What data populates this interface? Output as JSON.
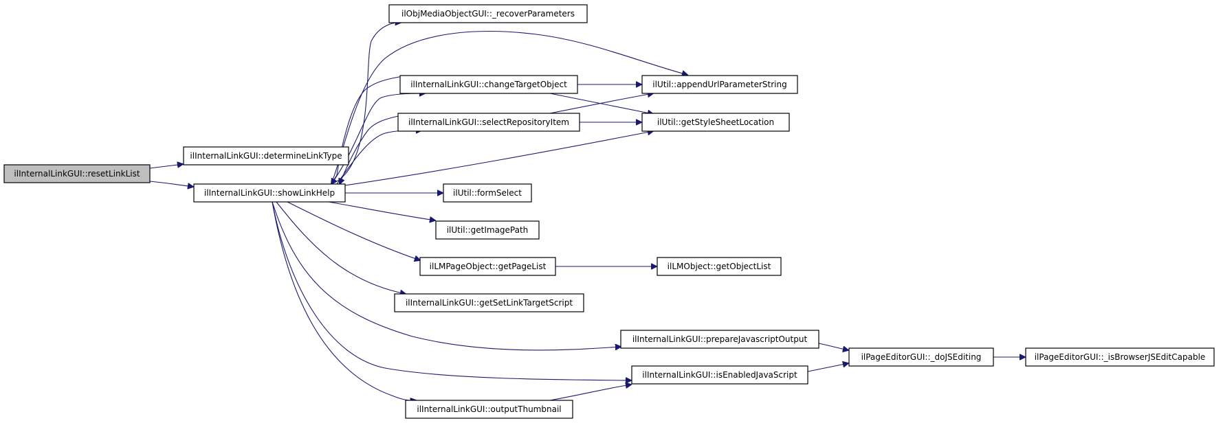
{
  "diagram": {
    "type": "call-graph",
    "colors": {
      "edge": "#191970",
      "root_fill": "#bfbfbf",
      "node_fill": "#ffffff",
      "node_border": "#000000"
    },
    "nodes": [
      {
        "id": "resetLinkList",
        "label": "ilInternalLinkGUI::resetLinkList",
        "root": true
      },
      {
        "id": "determineLinkType",
        "label": "ilInternalLinkGUI::determineLinkType"
      },
      {
        "id": "showLinkHelp",
        "label": "ilInternalLinkGUI::showLinkHelp"
      },
      {
        "id": "recoverParameters",
        "label": "ilObjMediaObjectGUI::_recoverParameters"
      },
      {
        "id": "changeTargetObject",
        "label": "ilInternalLinkGUI::changeTargetObject"
      },
      {
        "id": "selectRepositoryItem",
        "label": "ilInternalLinkGUI::selectRepositoryItem"
      },
      {
        "id": "appendUrlParameterString",
        "label": "ilUtil::appendUrlParameterString"
      },
      {
        "id": "getStyleSheetLocation",
        "label": "ilUtil::getStyleSheetLocation"
      },
      {
        "id": "formSelect",
        "label": "ilUtil::formSelect"
      },
      {
        "id": "getImagePath",
        "label": "ilUtil::getImagePath"
      },
      {
        "id": "getPageList",
        "label": "ilLMPageObject::getPageList"
      },
      {
        "id": "getObjectList",
        "label": "ilLMObject::getObjectList"
      },
      {
        "id": "getSetLinkTargetScript",
        "label": "ilInternalLinkGUI::getSetLinkTargetScript"
      },
      {
        "id": "prepareJavascriptOutput",
        "label": "ilInternalLinkGUI::prepareJavascriptOutput"
      },
      {
        "id": "isEnabledJavaScript",
        "label": "ilInternalLinkGUI::isEnabledJavaScript"
      },
      {
        "id": "outputThumbnail",
        "label": "ilInternalLinkGUI::outputThumbnail"
      },
      {
        "id": "doJSEditing",
        "label": "ilPageEditorGUI::_doJSEditing"
      },
      {
        "id": "isBrowserJSEditCapable",
        "label": "ilPageEditorGUI::_isBrowserJSEditCapable"
      }
    ],
    "edges": [
      {
        "from": "resetLinkList",
        "to": "determineLinkType"
      },
      {
        "from": "resetLinkList",
        "to": "showLinkHelp"
      },
      {
        "from": "showLinkHelp",
        "to": "recoverParameters"
      },
      {
        "from": "showLinkHelp",
        "to": "appendUrlParameterString"
      },
      {
        "from": "showLinkHelp",
        "to": "changeTargetObject"
      },
      {
        "from": "showLinkHelp",
        "to": "selectRepositoryItem"
      },
      {
        "from": "showLinkHelp",
        "to": "getStyleSheetLocation"
      },
      {
        "from": "showLinkHelp",
        "to": "formSelect"
      },
      {
        "from": "showLinkHelp",
        "to": "getImagePath"
      },
      {
        "from": "showLinkHelp",
        "to": "getPageList"
      },
      {
        "from": "showLinkHelp",
        "to": "getSetLinkTargetScript"
      },
      {
        "from": "showLinkHelp",
        "to": "prepareJavascriptOutput"
      },
      {
        "from": "showLinkHelp",
        "to": "isEnabledJavaScript"
      },
      {
        "from": "showLinkHelp",
        "to": "outputThumbnail"
      },
      {
        "from": "changeTargetObject",
        "to": "showLinkHelp"
      },
      {
        "from": "changeTargetObject",
        "to": "appendUrlParameterString"
      },
      {
        "from": "changeTargetObject",
        "to": "getStyleSheetLocation"
      },
      {
        "from": "selectRepositoryItem",
        "to": "showLinkHelp"
      },
      {
        "from": "selectRepositoryItem",
        "to": "appendUrlParameterString"
      },
      {
        "from": "selectRepositoryItem",
        "to": "getStyleSheetLocation"
      },
      {
        "from": "getPageList",
        "to": "getObjectList"
      },
      {
        "from": "prepareJavascriptOutput",
        "to": "doJSEditing"
      },
      {
        "from": "isEnabledJavaScript",
        "to": "doJSEditing"
      },
      {
        "from": "outputThumbnail",
        "to": "isEnabledJavaScript"
      },
      {
        "from": "doJSEditing",
        "to": "isBrowserJSEditCapable"
      }
    ]
  }
}
